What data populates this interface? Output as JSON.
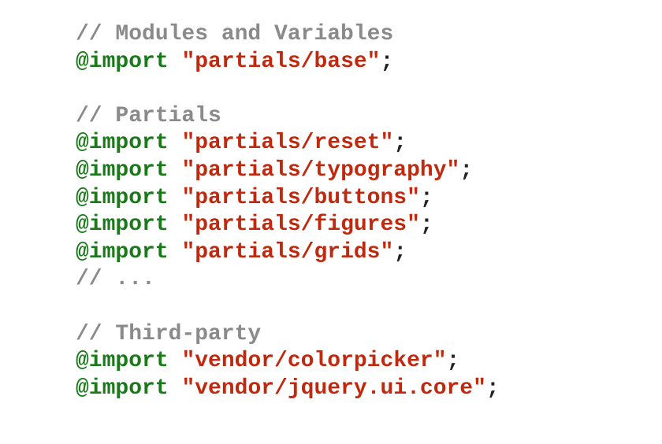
{
  "lines": [
    {
      "type": "comment",
      "text": "// Modules and Variables"
    },
    {
      "type": "import",
      "keyword": "@import",
      "value": "\"partials/base\"",
      "end": ";"
    },
    {
      "type": "blank"
    },
    {
      "type": "comment",
      "text": "// Partials"
    },
    {
      "type": "import",
      "keyword": "@import",
      "value": "\"partials/reset\"",
      "end": ";"
    },
    {
      "type": "import",
      "keyword": "@import",
      "value": "\"partials/typography\"",
      "end": ";"
    },
    {
      "type": "import",
      "keyword": "@import",
      "value": "\"partials/buttons\"",
      "end": ";"
    },
    {
      "type": "import",
      "keyword": "@import",
      "value": "\"partials/figures\"",
      "end": ";"
    },
    {
      "type": "import",
      "keyword": "@import",
      "value": "\"partials/grids\"",
      "end": ";"
    },
    {
      "type": "comment",
      "text": "// ..."
    },
    {
      "type": "blank"
    },
    {
      "type": "comment",
      "text": "// Third-party"
    },
    {
      "type": "import",
      "keyword": "@import",
      "value": "\"vendor/colorpicker\"",
      "end": ";"
    },
    {
      "type": "import",
      "keyword": "@import",
      "value": "\"vendor/jquery.ui.core\"",
      "end": ";"
    }
  ],
  "colors": {
    "comment": "#8a8a8a",
    "keyword": "#1a7a1a",
    "string": "#c1290f",
    "punctuation": "#222222"
  }
}
